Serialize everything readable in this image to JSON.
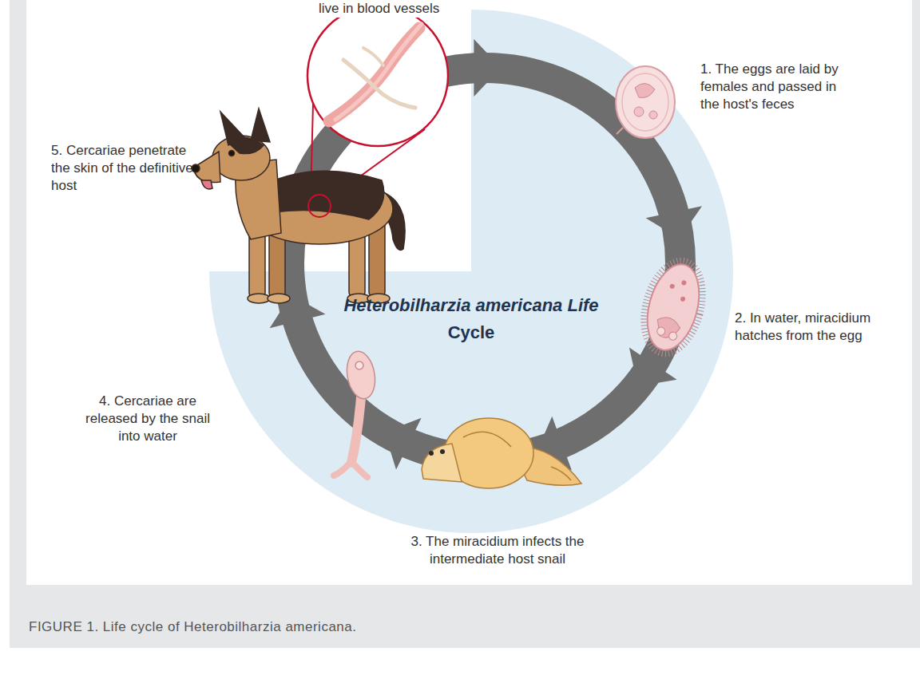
{
  "diagram": {
    "title": "Heterobilharzia americana Life Cycle",
    "caption": "FIGURE 1. Life cycle of Heterobilharzia americana.",
    "labels": [
      "live in blood vessels",
      "1. The eggs are laid by females and passed in the host's feces",
      "2. In water, miracidium hatches from the egg",
      "3. The miracidium infects the intermediate host snail",
      "4. Cercariae are released by the snail into water",
      "5. Cercariae penetrate the skin of the definitive host"
    ]
  }
}
